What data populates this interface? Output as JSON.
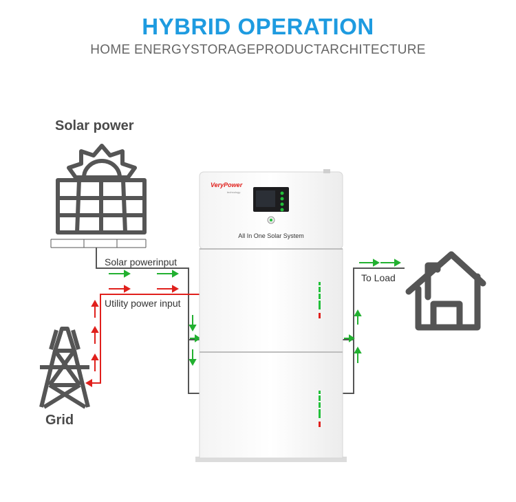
{
  "header": {
    "title": "HYBRID OPERATION",
    "subtitle": "HOME ENERGYSTORAGEPRODUCTARCHITECTURE"
  },
  "labels": {
    "solar_power": "Solar power",
    "solar_power_input": "Solar powerinput",
    "utility_power_input": "Utility power input",
    "to_load": "To Load",
    "grid": "Grid"
  },
  "device": {
    "brand": "VeryPower",
    "brand_tag": "technology",
    "name": "All In One Solar System"
  },
  "colors": {
    "title": "#1e9be0",
    "solar_line": "#555555",
    "grid_line": "#e0201c",
    "flow_arrow": "#22b030",
    "icon_stroke": "#555555"
  }
}
